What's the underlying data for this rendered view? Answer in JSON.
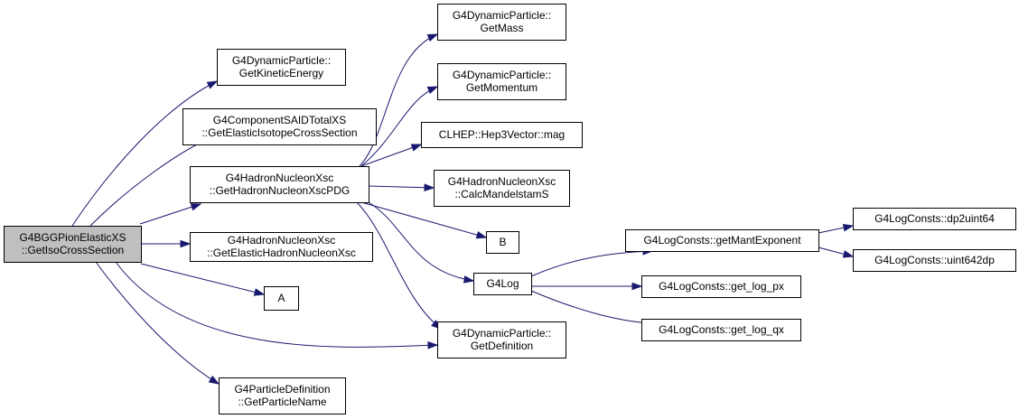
{
  "colors": {
    "edge": "#191970",
    "root_fill": "#bfbfbf",
    "node_fill": "#ffffff",
    "node_stroke": "#000000"
  },
  "nodes": {
    "root": {
      "lines": [
        "G4BGGPionElasticXS",
        "::GetIsoCrossSection"
      ]
    },
    "getKE": {
      "lines": [
        "G4DynamicParticle::",
        "GetKineticEnergy"
      ]
    },
    "said": {
      "lines": [
        "G4ComponentSAIDTotalXS",
        "::GetElasticIsotopeCrossSection"
      ]
    },
    "hnxsc": {
      "lines": [
        "G4HadronNucleonXsc",
        "::GetHadronNucleonXscPDG"
      ]
    },
    "elhn": {
      "lines": [
        "G4HadronNucleonXsc",
        "::GetElasticHadronNucleonXsc"
      ]
    },
    "A": {
      "lines": [
        "A"
      ]
    },
    "pname": {
      "lines": [
        "G4ParticleDefinition",
        "::GetParticleName"
      ]
    },
    "mass": {
      "lines": [
        "G4DynamicParticle::",
        "GetMass"
      ]
    },
    "mom": {
      "lines": [
        "G4DynamicParticle::",
        "GetMomentum"
      ]
    },
    "mag": {
      "lines": [
        "CLHEP::Hep3Vector::mag"
      ]
    },
    "mandel": {
      "lines": [
        "G4HadronNucleonXsc",
        "::CalcMandelstamS"
      ]
    },
    "B": {
      "lines": [
        "B"
      ]
    },
    "g4log": {
      "lines": [
        "G4Log"
      ]
    },
    "defn": {
      "lines": [
        "G4DynamicParticle::",
        "GetDefinition"
      ]
    },
    "mantexp": {
      "lines": [
        "G4LogConsts::getMantExponent"
      ]
    },
    "logpx": {
      "lines": [
        "G4LogConsts::get_log_px"
      ]
    },
    "logqx": {
      "lines": [
        "G4LogConsts::get_log_qx"
      ]
    },
    "dp2uint": {
      "lines": [
        "G4LogConsts::dp2uint64"
      ]
    },
    "uint2dp": {
      "lines": [
        "G4LogConsts::uint642dp"
      ]
    }
  },
  "edges": [
    [
      "root",
      "getKE"
    ],
    [
      "root",
      "said"
    ],
    [
      "root",
      "hnxsc"
    ],
    [
      "root",
      "elhn"
    ],
    [
      "root",
      "A"
    ],
    [
      "root",
      "defn"
    ],
    [
      "root",
      "pname"
    ],
    [
      "hnxsc",
      "mass"
    ],
    [
      "hnxsc",
      "mom"
    ],
    [
      "hnxsc",
      "mag"
    ],
    [
      "hnxsc",
      "mandel"
    ],
    [
      "hnxsc",
      "B"
    ],
    [
      "hnxsc",
      "g4log"
    ],
    [
      "hnxsc",
      "defn"
    ],
    [
      "g4log",
      "mantexp"
    ],
    [
      "g4log",
      "logpx"
    ],
    [
      "g4log",
      "logqx"
    ],
    [
      "mantexp",
      "dp2uint"
    ],
    [
      "mantexp",
      "uint2dp"
    ]
  ]
}
